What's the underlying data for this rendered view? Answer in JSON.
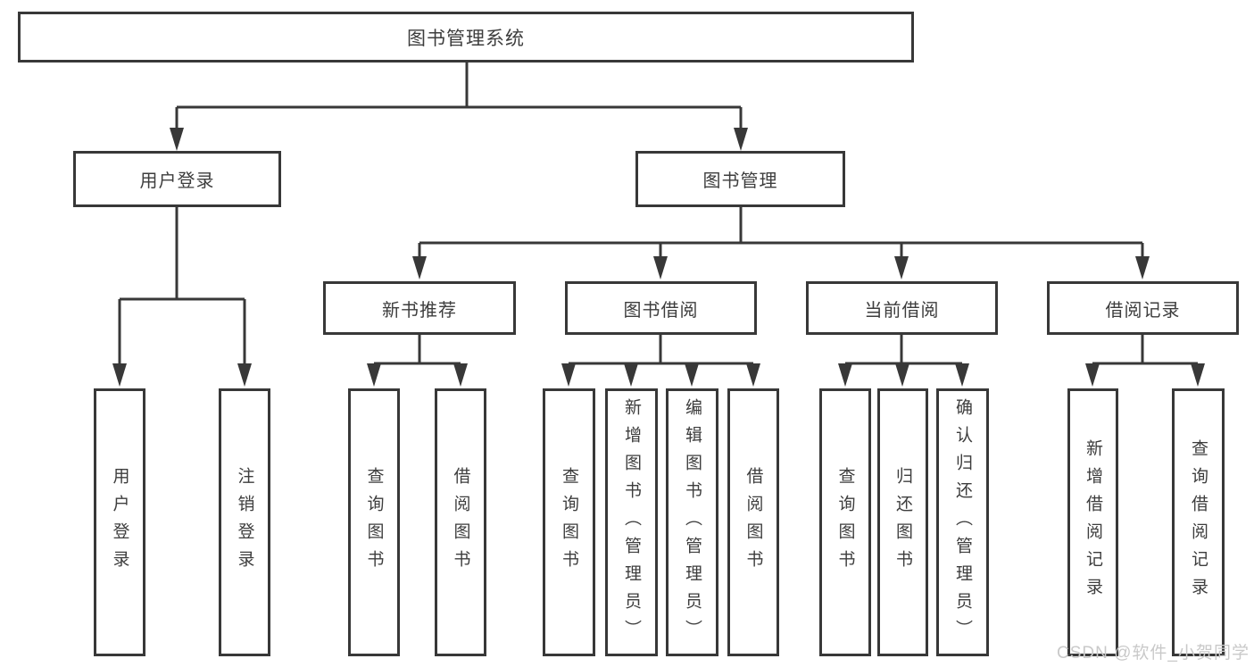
{
  "diagram": {
    "colors": {
      "line": "#383838",
      "box_border": "#383838",
      "text": "#3d3d3d",
      "box_fill": "#ffffff",
      "watermark": "#c9c9c9",
      "background": "#ffffff"
    },
    "tree": {
      "label": "图书管理系统",
      "children": [
        {
          "label": "用户登录",
          "children": [
            {
              "label": "用户登录"
            },
            {
              "label": "注销登录"
            }
          ]
        },
        {
          "label": "图书管理",
          "children": [
            {
              "label": "新书推荐",
              "children": [
                {
                  "label": "查询图书"
                },
                {
                  "label": "借阅图书"
                }
              ]
            },
            {
              "label": "图书借阅",
              "children": [
                {
                  "label": "查询图书"
                },
                {
                  "label": "新增图书（管理员）"
                },
                {
                  "label": "编辑图书（管理员）"
                },
                {
                  "label": "借阅图书"
                }
              ]
            },
            {
              "label": "当前借阅",
              "children": [
                {
                  "label": "查询图书"
                },
                {
                  "label": "归还图书"
                },
                {
                  "label": "确认归还（管理员）"
                }
              ]
            },
            {
              "label": "借阅记录",
              "children": [
                {
                  "label": "新增借阅记录"
                },
                {
                  "label": "查询借阅记录"
                }
              ]
            }
          ]
        }
      ]
    },
    "watermark": "CSDN @软件_小贺同学"
  }
}
